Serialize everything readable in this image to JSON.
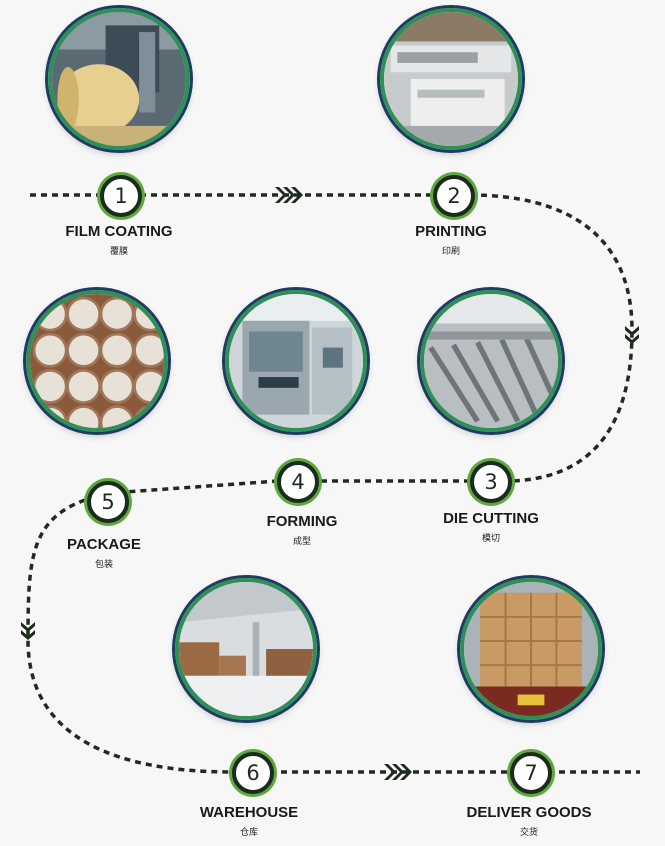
{
  "steps": [
    {
      "number": "1",
      "title": "FILM COATING",
      "subtitle": "覆膜"
    },
    {
      "number": "2",
      "title": "PRINTING",
      "subtitle": "印刷"
    },
    {
      "number": "3",
      "title": "DIE CUTTING",
      "subtitle": "模切"
    },
    {
      "number": "4",
      "title": "FORMING",
      "subtitle": "成型"
    },
    {
      "number": "5",
      "title": "PACKAGE",
      "subtitle": "包装"
    },
    {
      "number": "6",
      "title": "WAREHOUSE",
      "subtitle": "仓库"
    },
    {
      "number": "7",
      "title": "DELIVER GOODS",
      "subtitle": "交货"
    }
  ],
  "colors": {
    "dash": "#1f2b1f",
    "badge_ring": "#5fa83c",
    "photo_ring": "#2f8f57",
    "photo_outer": "#1d3b63"
  }
}
